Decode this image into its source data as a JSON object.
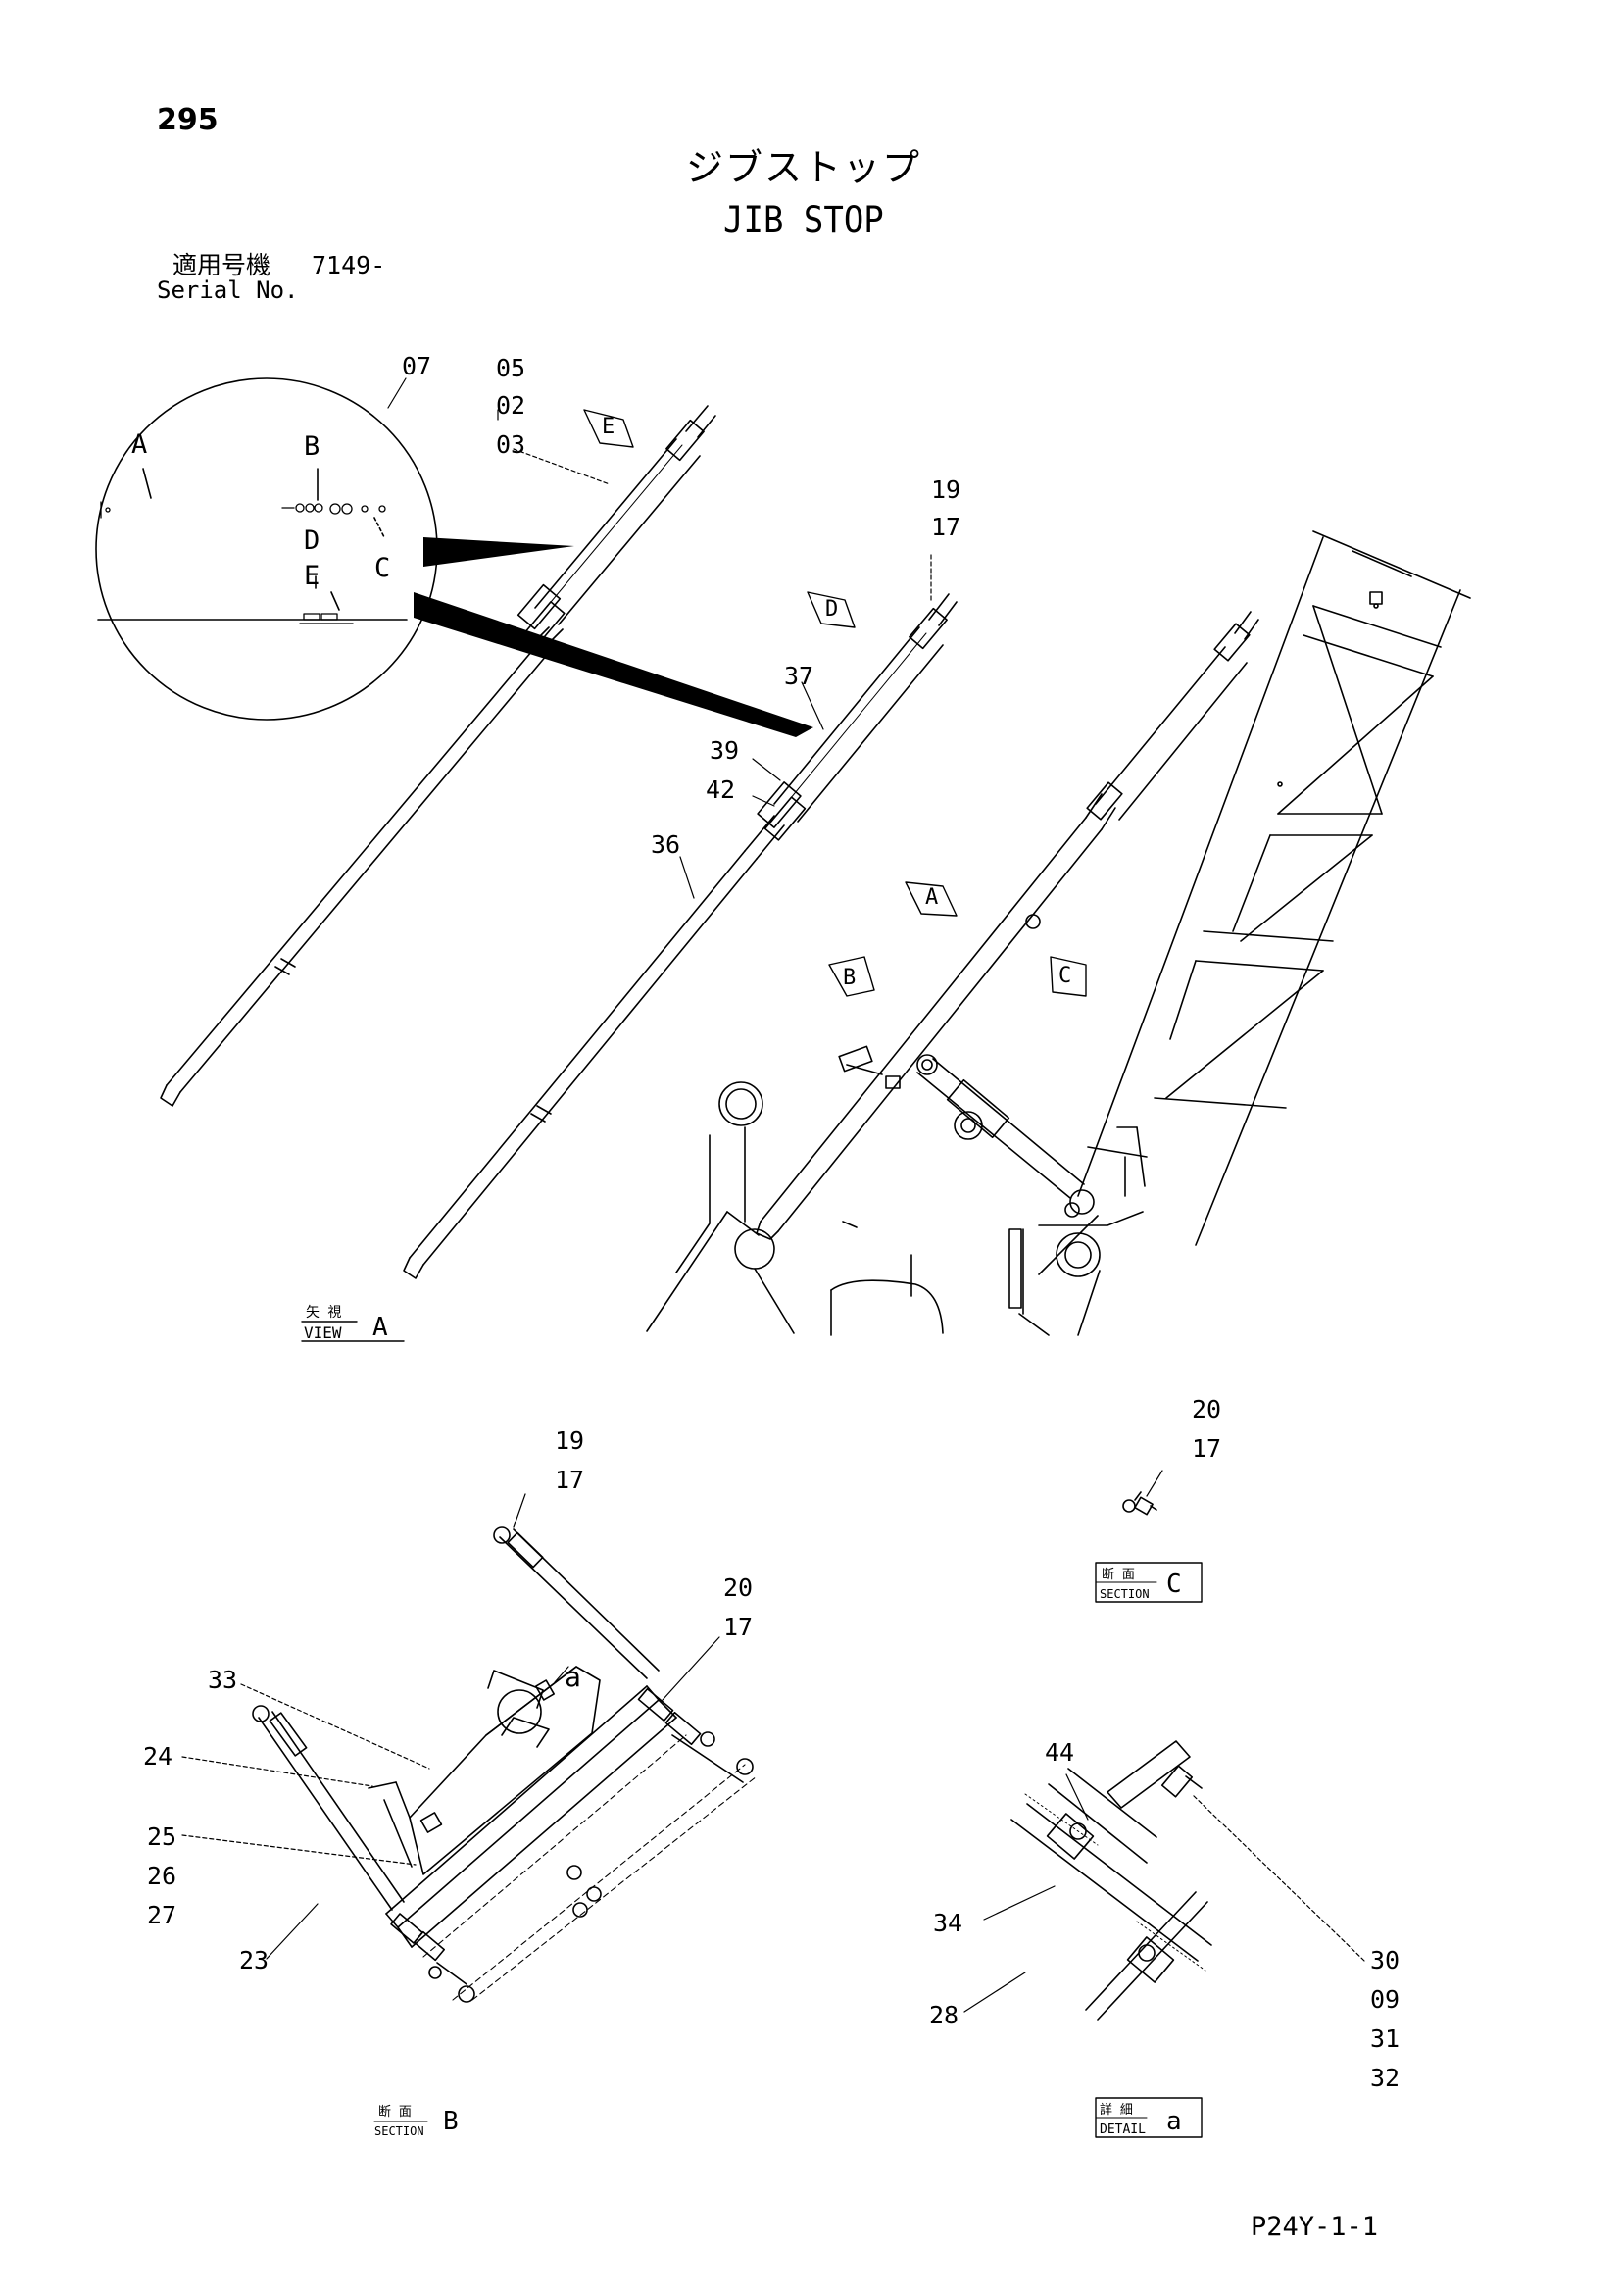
{
  "page": {
    "number": "295",
    "title_ja": "ジブストップ",
    "title_en": "JIB STOP",
    "serial_label_ja": "適用号機",
    "serial_value": "7149-",
    "serial_label_en": "Serial No.",
    "code": "P24Y-1-1"
  },
  "views": {
    "view_a": {
      "label_ja": "矢 視",
      "label_en": "VIEW",
      "letter": "A"
    },
    "section_b": {
      "label_ja": "断 面",
      "label_en": "SECTION",
      "letter": "B"
    },
    "section_c": {
      "label_ja": "断 面",
      "label_en": "SECTION",
      "letter": "C"
    },
    "detail_a": {
      "label_ja": "詳 細",
      "label_en": "DETAIL",
      "letter": "a"
    }
  },
  "callouts": {
    "c07": "07",
    "c05": "05",
    "c02": "02",
    "c03": "03",
    "c19a": "19",
    "c17a": "17",
    "c37": "37",
    "c39": "39",
    "c42": "42",
    "c36": "36",
    "c20c": "20",
    "c17c": "17",
    "c19b": "19",
    "c17b": "17",
    "c20b": "20",
    "c17d": "17",
    "c33": "33",
    "c24": "24",
    "c25": "25",
    "c26": "26",
    "c27": "27",
    "c23": "23",
    "c44": "44",
    "c34": "34",
    "c28": "28",
    "c30": "30",
    "c09": "09",
    "c31": "31",
    "c32": "32"
  },
  "markers": {
    "circle_a": "A",
    "circle_b": "B",
    "circle_c": "C",
    "circle_d": "D",
    "circle_e": "E",
    "arrow_e": "E",
    "arrow_d": "D",
    "arrow_a": "A",
    "arrow_b": "B",
    "arrow_c": "C",
    "detail_ref": "a"
  }
}
